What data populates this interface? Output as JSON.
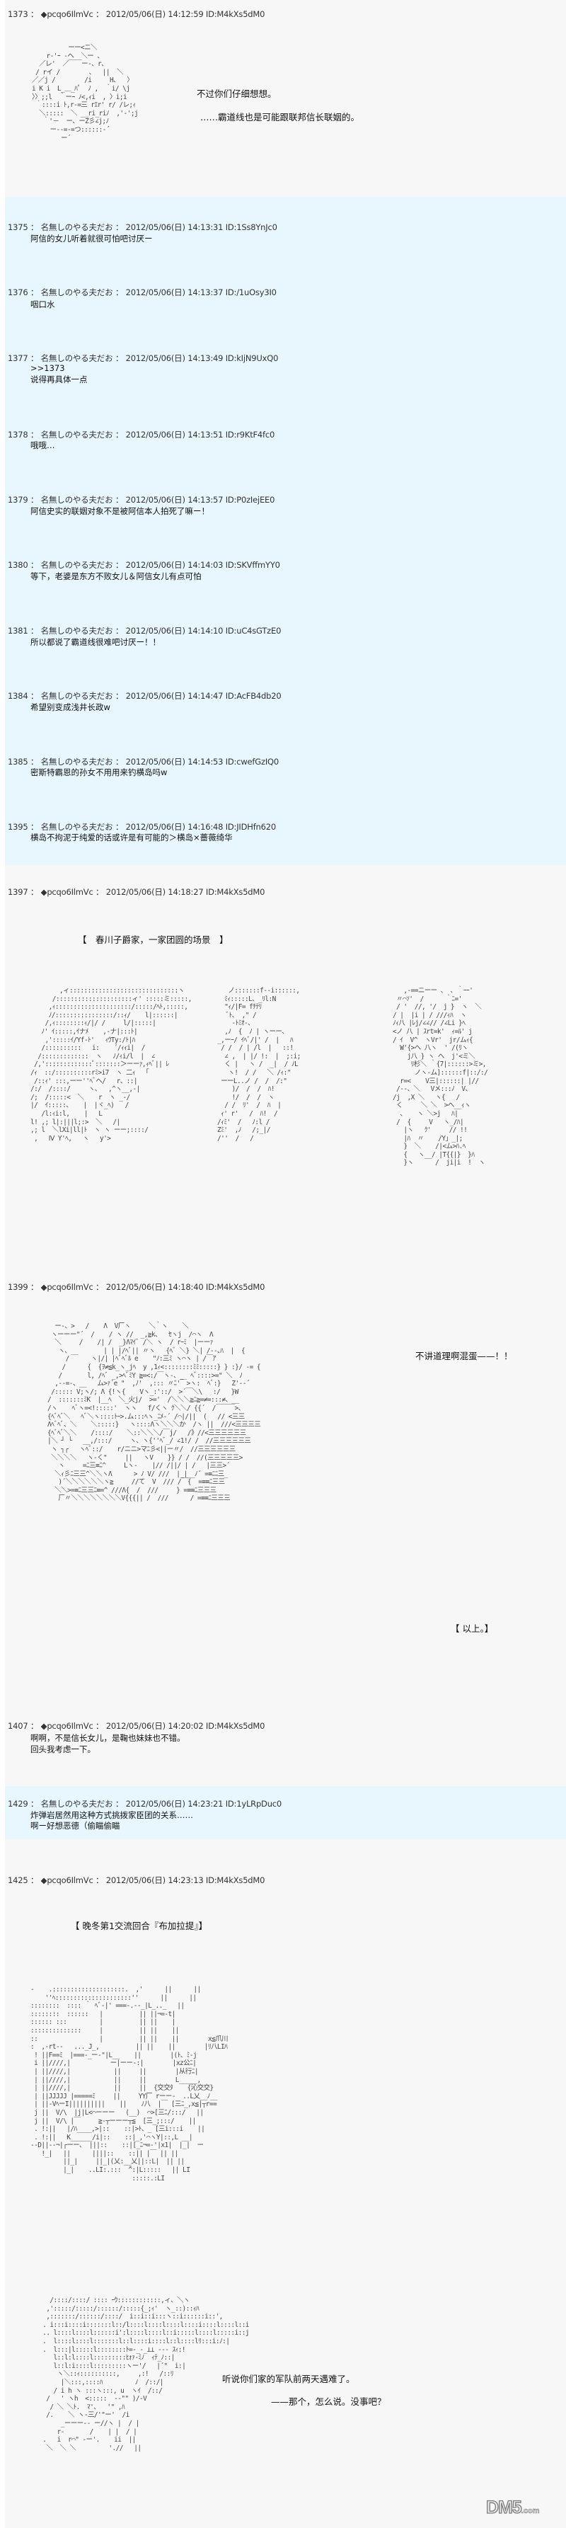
{
  "posts": [
    {
      "number": "1373",
      "header": "1373 ： ◆pcqo6IlmVc ： 2012/05/06(日) 14:12:59 ID:M4kXs5dM0",
      "author": "◆pcqo6IlmVc",
      "date": "2012/05/06(日)",
      "time": "14:12:59",
      "id": "ID:M4kXs5dM0",
      "type": "author",
      "dialogue": [
        "不过你们仔细想想。",
        "……霸道线也是可能跟联邦信长联姻的。"
      ]
    },
    {
      "number": "1375",
      "header": "1375 ： 名無しのやる夫だお ： 2012/05/06(日) 14:13:31 ID:1Ss8YnJc0",
      "type": "reply",
      "body": [
        "阿信的女儿听着就很可怕吧讨厌ー"
      ]
    },
    {
      "number": "1376",
      "header": "1376 ： 名無しのやる夫だお ： 2012/05/06(日) 14:13:37 ID:/1uOsy3I0",
      "type": "reply",
      "body": [
        "咽口水"
      ]
    },
    {
      "number": "1377",
      "header": "1377 ： 名無しのやる夫だお ： 2012/05/06(日) 14:13:49 ID:kIjN9UxQ0",
      "type": "reply",
      "body": [
        ">>1373",
        "说得再具体一点"
      ]
    },
    {
      "number": "1378",
      "header": "1378 ： 名無しのやる夫だお ： 2012/05/06(日) 14:13:51 ID:r9KtF4fc0",
      "type": "reply",
      "body": [
        "哦哦…"
      ]
    },
    {
      "number": "1379",
      "header": "1379 ： 名無しのやる夫だお ： 2012/05/06(日) 14:13:57 ID:P0zIejEE0",
      "type": "reply",
      "body": [
        "阿信史实的联姻对象不是被阿信本人拍死了嘛ー！"
      ]
    },
    {
      "number": "1380",
      "header": "1380 ： 名無しのやる夫だお ： 2012/05/06(日) 14:14:03 ID:SKVffmYY0",
      "type": "reply",
      "body": [
        "等下，老婆是东方不败女儿＆阿信女儿有点可怕"
      ]
    },
    {
      "number": "1381",
      "header": "1381 ： 名無しのやる夫だお ： 2012/05/06(日) 14:14:10 ID:uC4sGTzE0",
      "type": "reply",
      "body": [
        "所以都说了霸道线很难吧讨厌ー！！"
      ]
    },
    {
      "number": "1384",
      "header": "1384 ： 名無しのやる夫だお ： 2012/05/06(日) 14:14:47 ID:AcFB4db20",
      "type": "reply",
      "body": [
        "希望别变成浅井长政w"
      ]
    },
    {
      "number": "1385",
      "header": "1385 ： 名無しのやる夫だお ： 2012/05/06(日) 14:14:53 ID:cwefGzIQ0",
      "type": "reply",
      "body": [
        "密斯特霸恩的孙女不用用来钓横岛吗w"
      ]
    },
    {
      "number": "1395",
      "header": "1395 ： 名無しのやる夫だお ： 2012/05/06(日) 14:16:48 ID:JIDHfn620",
      "type": "reply",
      "body": [
        "横岛不拘泥于纯爱的话或许是有可能的＞横岛×蔷薇绮华"
      ]
    },
    {
      "number": "1397",
      "header": "1397 ： ◆pcqo6IlmVc ： 2012/05/06(日) 14:18:27 ID:M4kXs5dM0",
      "type": "author",
      "scene_title": "【　春川子爵家，一家团圆的场景　】"
    },
    {
      "number": "1399",
      "header": "1399 ： ◆pcqo6IlmVc ： 2012/05/06(日) 14:18:40 ID:M4kXs5dM0",
      "type": "author",
      "dialogue": [
        "不讲道理啊混蛋——！！"
      ],
      "end_note": "【 以上。】"
    },
    {
      "number": "1407",
      "header": "1407 ： ◆pcqo6IlmVc ： 2012/05/06(日) 14:20:02 ID:M4kXs5dM0",
      "type": "author",
      "body": [
        "啊啊，不是信长女儿，是鞠也妹妹也不错。",
        "回头我考虑一下。"
      ]
    },
    {
      "number": "1429",
      "header": "1429 ： 名無しのやる夫だお ： 2012/05/06(日) 14:23:21 ID:1yLRpDuc0",
      "type": "reply",
      "body": [
        "炸弹岩居然用这种方式挑拨家臣团的关系……",
        "啊ー好想恶德（偷瞄偷瞄"
      ]
    },
    {
      "number": "1425",
      "header": "1425 ： ◆pcqo6IlmVc ： 2012/05/06(日) 14:23:13 ID:M4kXs5dM0",
      "type": "author",
      "scene_title": "【 晚冬第1交流回合『布加拉提』】",
      "dialogue": [
        "听说你们家的军队前两天遇难了。",
        "——那个，怎么说。没事吧？"
      ]
    }
  ],
  "ascii_art": {
    "ring": "          ーー<ニ＼\n    r‐'ｰ ‐ヘ  ＼ー 、\n  ／レ'  ／￣￣ー-、r、\n / rイ /        、  ||  ＼\n／／j /        /i     H、  〉\ni K i  L_＿_ﾊﾟ  ﾉ ,  ｀i/ \\j\n〉〉;;l  ｀ーｰ ﾉ<,ｨi  , 〉i;i\n ｀::::i ﾄ,r-=三 rｴr' r/ /レ;ｨ\n  ＼:::::  ＼ __ri_riﾉ  ,'-';j\n   ｀'－  ー、ーZ彡∠j;ﾉ\n     ー--=-=つ::::::-´\n        ー´",
    "family_left": "        ,ィ::::::::::::::::::::::::::::::ヽ\n      /:::::::::::::::::::::ィ' :::::ミ:::::,\n     ,ｨ:::::::::::::::::::::/:::::/ﾍﾄ,:::::,\n     ﾉ/::::::::::::::::/::ｨ/    l|::::::|\n    /,ｨ::::::::ｨ/|/ /     l/|:::::|\n   ﾉ' ｲ:::::,ｲナﾒ    ,-ナ|:::ﾄ|\n    ,':::::ｲ/Yf-ﾄ'   ｨｳTy:/ﾄ|ﾊ\n   /::::::::::   i:    ´/ｨｨi|  /\n  /:::::::::::::  ヽ   ﾉ/ｨi/l  |  ∠\n /,':::::::::::::ﾟ:::::::＞ーーｧ,ｨﾍﾞ|| ﾚ\n/ｨ  ::/::::::::::rﾐ>i7  ヽ 二ｨ  「\n /::ｨ' :::,ーー''ﾍﾞヘ/   r、::|\n/:/  /::::/     ヽ、  ,^ヽ__,-|\n/;  /:::::<  ＼    r  ヽ _-/\n|/  ｲ:::::、   |  |ヾ_ﾍ)   /\n   /l:ｨi:l,    |   L\nl! ,; l|:|||l;:>  ＼   /|\n,; l  ＼lXi|ll|ﾄ  ヽ ヽ ーー;::::/\n ,   Ⅳ Y'ﾍ,   ヽ   y'>",
    "family_center": "   ノ:::::::f--i::::::,\n  ﾐｨ:::::L、_ﾘl:N\n  \"ｨ/|F= fﾁﾃﾘ\n   ﾞﾄ、 ,\" /\n    ‐ﾄﾐｵ‐、\n  ,ﾉ  {  ﾉ | ヽーー、\n_,ーｰ/ ｲﾍﾞ/|' /  |   ﾊ\n / /  / | /l  |   ::!\n  ∠ ,  | |/ !:  |  ;:i;\n  く |   ヽ /  _|  / ﾉL\n   ヽ!  / /   ＼ /ｨ:\"\n ーーL..ノ /  /  /:\"\n    )/  /  /  ﾊ!\n    !/  /  /  ヽ\n  / /  ﾘ'  /  ﾊ  |\n ｨ' r'   /  ﾊ!  /\n/ｨﾐ'  /   ﾉ:l /\nZﾐ'  ,ﾉ   /;_|/\n/''  /   /",
    "family_right": "   ,-==ニーー 、 ､ ｀ｰｰ'\n 〃⌒ｿ'  /      ｀ﾆ='\n / '  //, '/  j }  ヽ  ＼\n/ |  |i | / ///ｨﾊ  ヽ\nﾉｨ八 |ﾚj/∠∠// /∠Li }ﾍ\n<ノ 八 | ｽrt=k'  ｨ=ﾙ' j\n/ ｲ  V^  ヽVr'  jr/ムｨ{\n  W'{>へ 八ヽ  ' /(ﾘヽ\n    j八 } ヽ へ  j'<ミ＼\n     ﾘ杉＼ ｀{7|::::::>ミ>,\n      ノヽ-ム]::::::f|::/:/\n  r=<    V三|::::::| |//\n /--、＼   Vメ:::ﾉ  V、\n/j  ,X ＼   ヽ{   /\n く     ＼ ＼  >へ__ｨヽ\n  、   ヽ ＼>j   ﾊ|\n /  {     V   ヽ_/ﾊ|\n   |ヽ   ｸ'     // !!\n   |ﾊ  〃    /Y」_|;\n   }  ＼    /|<ム>ﾊ.ﾍ\n   {   ヽ__/ |T{{|}  }ﾊ\n   }ヽ      /  ji|i  !  ヽ",
    "angry": "  ー‐、>   /    Λ  V厂ヽ     ＼｀ヽ    ＼\n ヽーーー\"´  /    / ヽ //  _,≧k、  ｾヽj  /⌒ヽ  Λ\n  ＼     /    /| /  _}Λﾏｲﾞ /＼ ヽ  / rｰﾐ  |ーーｧ\n   ヽ、__       | | |/ﾍﾞ|| 〃ヽ   {ﾍﾞ ＼} ＼| /--､ﾊ  |  {\n     /      ヽ|/| |ﾍﾞﾍﾞﾙ e    \"ﾉ:三ﾐ ヽ⌒ヽ | /￣ｱ\n    /      {  {ｦ≠≦k_ヽ_jﾍ  y ,1ｨ<::::::::ﾐﾐ:::::} } :}/ -= {\n   /       l, /ﾍﾞ _,>ﾍﾞﾐY ≧=<:/￣ヽ-、_  ﾍﾞ::::>=\" ＼  ﾉ\n  ,-‐=-、__   ム>ｧ´e \"  ,ﾉ'  ,::: 〃ﾆ'￣>ヽ:  ﾍﾞ:}   Z'‐-´\n /::::: V;ヽ/; Λ {!ヽ{    Vヽ_:'::/  >´￣＼\\   :/   }W\n/  :::::::ﾐK  |__ﾍ  ＼_火j/  >='  /＼＼＼≧ﾆ≧=≠=:::≠、__\n/ヽ    ﾍﾞヽ=<!:::::'  ヽヽ   f/くヽ ｸ＼＼/ {{´  /￣￣￣>、\n{ﾍﾞﾍﾞ＼   ﾍﾞ＼ヽ::::ﾄｰ>.ム:::ﾍヽ_ﾆﾒ-´ /⌒|/||  (   // <三三\nΛﾍﾞﾍﾞ、＼    ＼:::::}   ヽ::::Λヽ＼＼＼か  /ヽ ||  ///<三三三三\n{ﾍﾞﾍﾞ＼＼    /::::/    ＼::＼＼＼/￣j/   /》//<三三三三三三\n|＼ ┘ └   __,/:::/     ヽ、ヽ{''ﾍﾞ_/ ∠1!/ /  //三三三三三三\n ヽ ┐┌   ヽﾍﾞ::/    r/ニニ>マﾆ彡<||ー〃/  //三三三三三三\n ＼＼＼＼   ヽ-く\"     ||   ヽV    }} / /  //(三三三三三>\n   ヽ     =ﾆ三≡ﾆ^     Lヽ-    |// /||/ | /   |三三>´\n  ＼ｨ彡ﾆ三三^＼＼ヽΛ      > ﾉ V/ ///  |_|__ﾉ´ =≡ﾆﾆ三_\n   )´＼＼＼＼＼＼ヽ≧     //て  V  /// /￣{  =≡≡ﾆ三三\n  ＼＼>=≡ﾆ三三ﾆ≡=^ ///Λ{  /  ///     } =≡≡ﾆ三三三\n   厂〃＼＼＼＼＼＼＼＼V{{{|| /  ///      / =≡≡ﾆ三三三",
    "room": "-    .::::::::::::::::::::.  ,'      ||      ||\n    ''ﾍ:::::::::::::::::::::''      ||      ||\n::::::::  :::: ｀ ﾍﾞ-|' ===-.‐-_|L_.._   ||\n::::::::  ::::::   |          || ||¬=-t|\n:::::: :::         |          || ||    |\n::::::::::::::     |          || ||    ||\n::                 |          || ||    ||        x≦爪川\n:  ,-rt--   ..._J_,          || ||    ||        |ﾘ八LIﾊ\n ! ||F==ﾐ  |===-_ー-\"|L__    ||        |(ﾄ、ﾐ-j\n i ||////,|           ー|ーー-:|        |xz公ﾆ|\n | ||////,|            ||     ||        |从行ﾆ|\n | ||////,|            ||     ||        L_____,\n | ||////,|            ||     ||  {交交ﾀ    {沁交交}\n | ||JJJJJ |=====ﾐ     ||     YY厂 rーー-  ..L乂__ﾉ__\n | ||-VﾍーI||||||||||    ||    ﾉ八  |￣ [三ﾆ_,x≦|┬r==\n j ||  V/\\  |j|L<⌒ーーー   (__)  ⌒>[三ﾆ/:::/   ||\n j ||  V/\\ |￣     ≧-┬ーーー┬≦  [三_;:::/    ||\n . !:||   |/ﾊ____,>|::    ::|>ﾄ、_ [三i:::i    ||\n . !:||   K______/i|::    ::|_,'⌒ヽY|::,L __|\n--D||--¬|┌ーー、 |||::    ::|[_ﾆ¬=-'|x1|  |_|  ー\n   !_|   ||      ||||::    ::|| |￣ || ||\n         ||_|     ||_|(乂:__乂||::L|  || ||\n         |_|    ..LI:.:::  ̄^:|L:::::   || LI\n                            :::::.:LI",
    "girl": "   /::::/::::/ :::: ｰｳ::::::::::::,ィ、＼ヽ\n  ,':::::/:::::/::::::/:::::{_;ｨ'  ヽ_::)::ｨﾊ\n  ,:::::::/::::::/::::/  i::i::i:::ヽ::i::::::i::',\n . i:::i::::i:::::::l::/l::::l::::l::::l::::i::::l::::l::i\n .. l::::l::::l::::::i':l::::l::::l::i:::::l::::l:::::i::j\n .  l::::l::::l:::::::l::l::::i::::l::l::::lﾘ:::i:ﾉ:|\n .  l:::|l:::::l::::::::ﾄ=-_-_⊥⊥ --- ｽｨ:!\n    l::l:l::::l:::::::::ﾋｫｧ-ﾐﾉ  ｨﾃ_ﾉ::|\n    l::l:i::::l:::::::::ヽー'/   |´\"  i:|\n     ヽ＼::ｨ::::::::::,     ,:!   /::ﾘ\n      |＼:::,::::ﾊ         ﾉ  /::/|\n    / i h ヽ :::ヽ:::, u  ヽｲ  /::/\n  /   ' ヽh  <:::::  -‐\"\" )/-V\n   / ＼ ＼ﾄ.  ﾏ'、  '\" ,ﾊ\n  /.    ＼ ヽ-三/'\"ー'  /i\n      _ーーー‐- ー//ヽ |  / |\n     r-       /    | |  / |\n .   i  r⌒\" -ー'.    ii  ||\n  ＼  ＼ ＼         './/   ||"
  },
  "colors": {
    "author_bg": "#f7f7f7",
    "reply_bg": "#e8f6fe",
    "text": "#222222"
  },
  "watermark": {
    "brand": "DM5",
    "suffix": ".com"
  }
}
